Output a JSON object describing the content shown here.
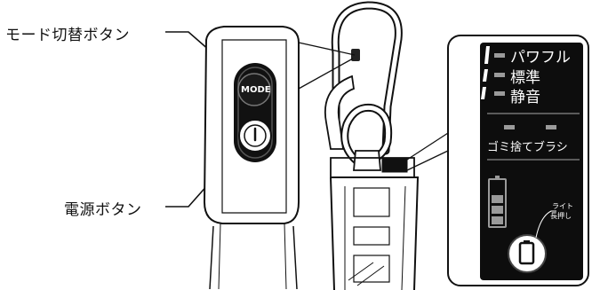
{
  "callouts": {
    "mode_switch": "モード切替ボタン",
    "power": "電源ボタン"
  },
  "handle": {
    "mode_button_label": "MODE"
  },
  "panel": {
    "modes": [
      "パワフル",
      "標準",
      "静音"
    ],
    "indicators": [
      "ゴミ捨て",
      "ブラシ"
    ],
    "battery_note_line1": "ライト",
    "battery_note_line2": "長押し"
  },
  "colors": {
    "panel_bg": "#0d0d0d",
    "panel_text": "#ffffff",
    "indicator_gray": "#9a9a9a",
    "line": "#111111"
  }
}
